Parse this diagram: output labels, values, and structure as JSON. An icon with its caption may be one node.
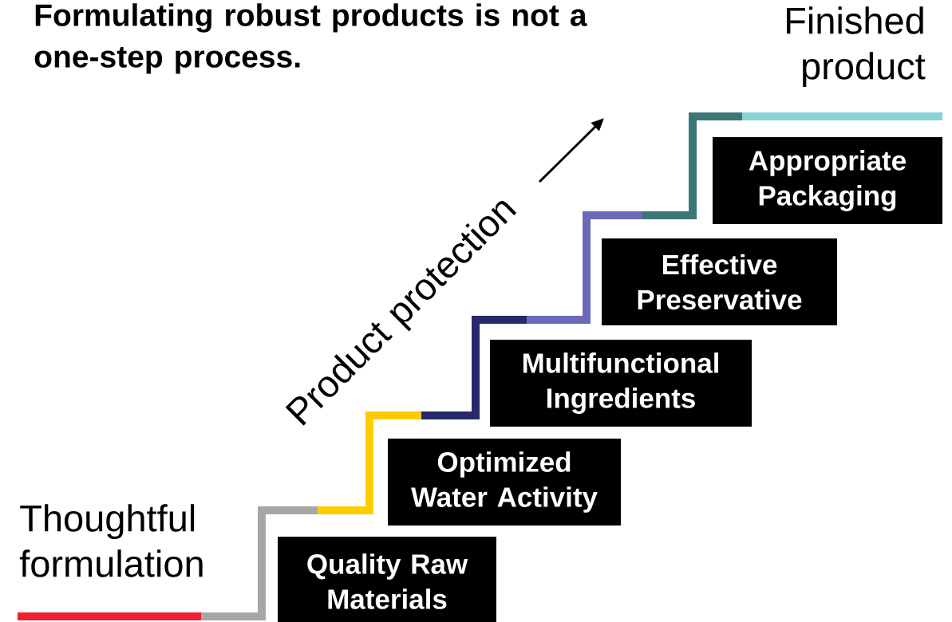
{
  "diagram": {
    "title": "Formulating robust products is not a one-step process.",
    "nodes": [
      {
        "text": [
          "Quality Raw Materials"
        ]
      },
      {
        "text": [
          "Optimized Water Activity"
        ]
      },
      {
        "text": [
          "Multifunctional Ingredients"
        ]
      },
      {
        "text": [
          "Effective Preservative"
        ]
      },
      {
        "text": [
          "Appropriate Packaging"
        ]
      }
    ],
    "edges": [],
    "labels": [
      "Finished product",
      "Product protection",
      "Thoughtful formulation"
    ]
  }
}
